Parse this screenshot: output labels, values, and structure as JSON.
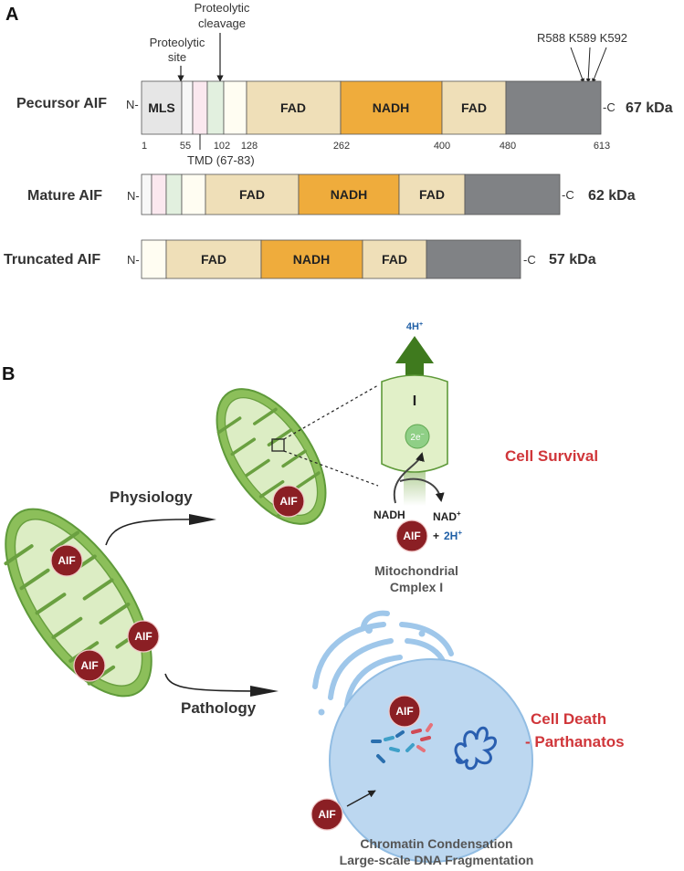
{
  "panel_a": {
    "label": "A",
    "precursor": {
      "name": "Pecursor AIF",
      "n_term": "N-",
      "c_term": "-C",
      "kda": "67 kDa",
      "mls": "MLS",
      "fad1": "FAD",
      "nadh": "NADH",
      "fad2": "FAD",
      "positions": [
        "1",
        "55",
        "102",
        "128",
        "262",
        "400",
        "480",
        "613"
      ]
    },
    "annotations": {
      "proteolytic_site_line1": "Proteolytic",
      "proteolytic_site_line2": "site",
      "cleavage_line1": "Proteolytic",
      "cleavage_line2": "cleavage",
      "residues": "R588 K589 K592",
      "tmd": "TMD (67-83)"
    },
    "mature": {
      "name": "Mature AIF",
      "n_term": "N-",
      "c_term": "-C",
      "kda": "62 kDa",
      "fad1": "FAD",
      "nadh": "NADH",
      "fad2": "FAD"
    },
    "truncated": {
      "name": "Truncated AIF",
      "n_term": "N-",
      "c_term": "-C",
      "kda": "57 kDa",
      "fad1": "FAD",
      "nadh": "NADH",
      "fad2": "FAD"
    }
  },
  "panel_b": {
    "label": "B",
    "aif": "AIF",
    "physiology": "Physiology",
    "pathology": "Pathology",
    "proton": "4H",
    "proton_sup": "+",
    "complex_label": "I",
    "electron": "2e",
    "electron_sup": "−",
    "nadh": "NADH",
    "nad": "NAD",
    "nad_sup": "+",
    "plus": "+",
    "protons2": "2H",
    "protons2_sup": "+",
    "complex_name_line1": "Mitochondrial",
    "complex_name_line2": "Cmplex I",
    "survival": "Cell Survival",
    "death_line1": "Cell Death",
    "death_line2": "- Parthanatos",
    "chromatin_line1": "Chromatin Condensation",
    "chromatin_line2": "Large-scale DNA Fragmentation"
  },
  "colors": {
    "fad": "#efdfb8",
    "nadh": "#efac3c",
    "grey": "#808285",
    "aif_red": "#8b1f24",
    "red_text": "#d0363a",
    "blue_text": "#1f5fa6",
    "mito_green": "#8cbf5a",
    "arrow_green": "#3f7a1e",
    "nucleus": "#bcd7f0"
  }
}
